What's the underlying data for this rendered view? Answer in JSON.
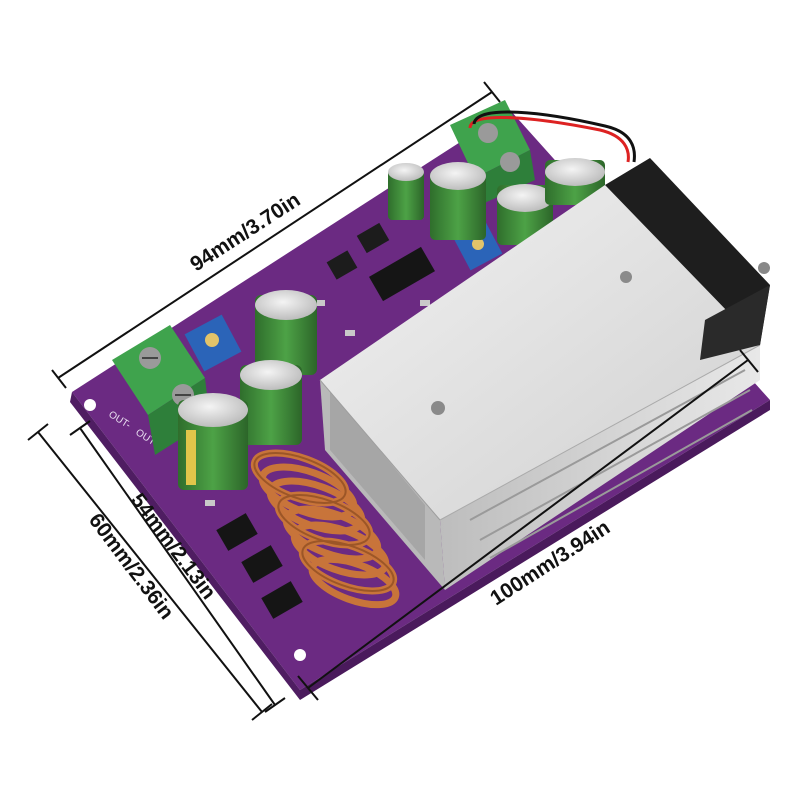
{
  "dimensions": {
    "top": "94mm/3.70in",
    "bottom": "100mm/3.94in",
    "left_inner": "54mm/2.13in",
    "left_outer": "60mm/2.36in"
  },
  "board": {
    "silkscreen": {
      "out_minus": "OUT-",
      "out_plus": "OUT+"
    }
  },
  "colors": {
    "pcb": "#6b2a82",
    "heatsink": "#dcdcdc",
    "terminal": "#3fa34d",
    "copper": "#c8743a",
    "capacitor": "#3f8f3a"
  }
}
